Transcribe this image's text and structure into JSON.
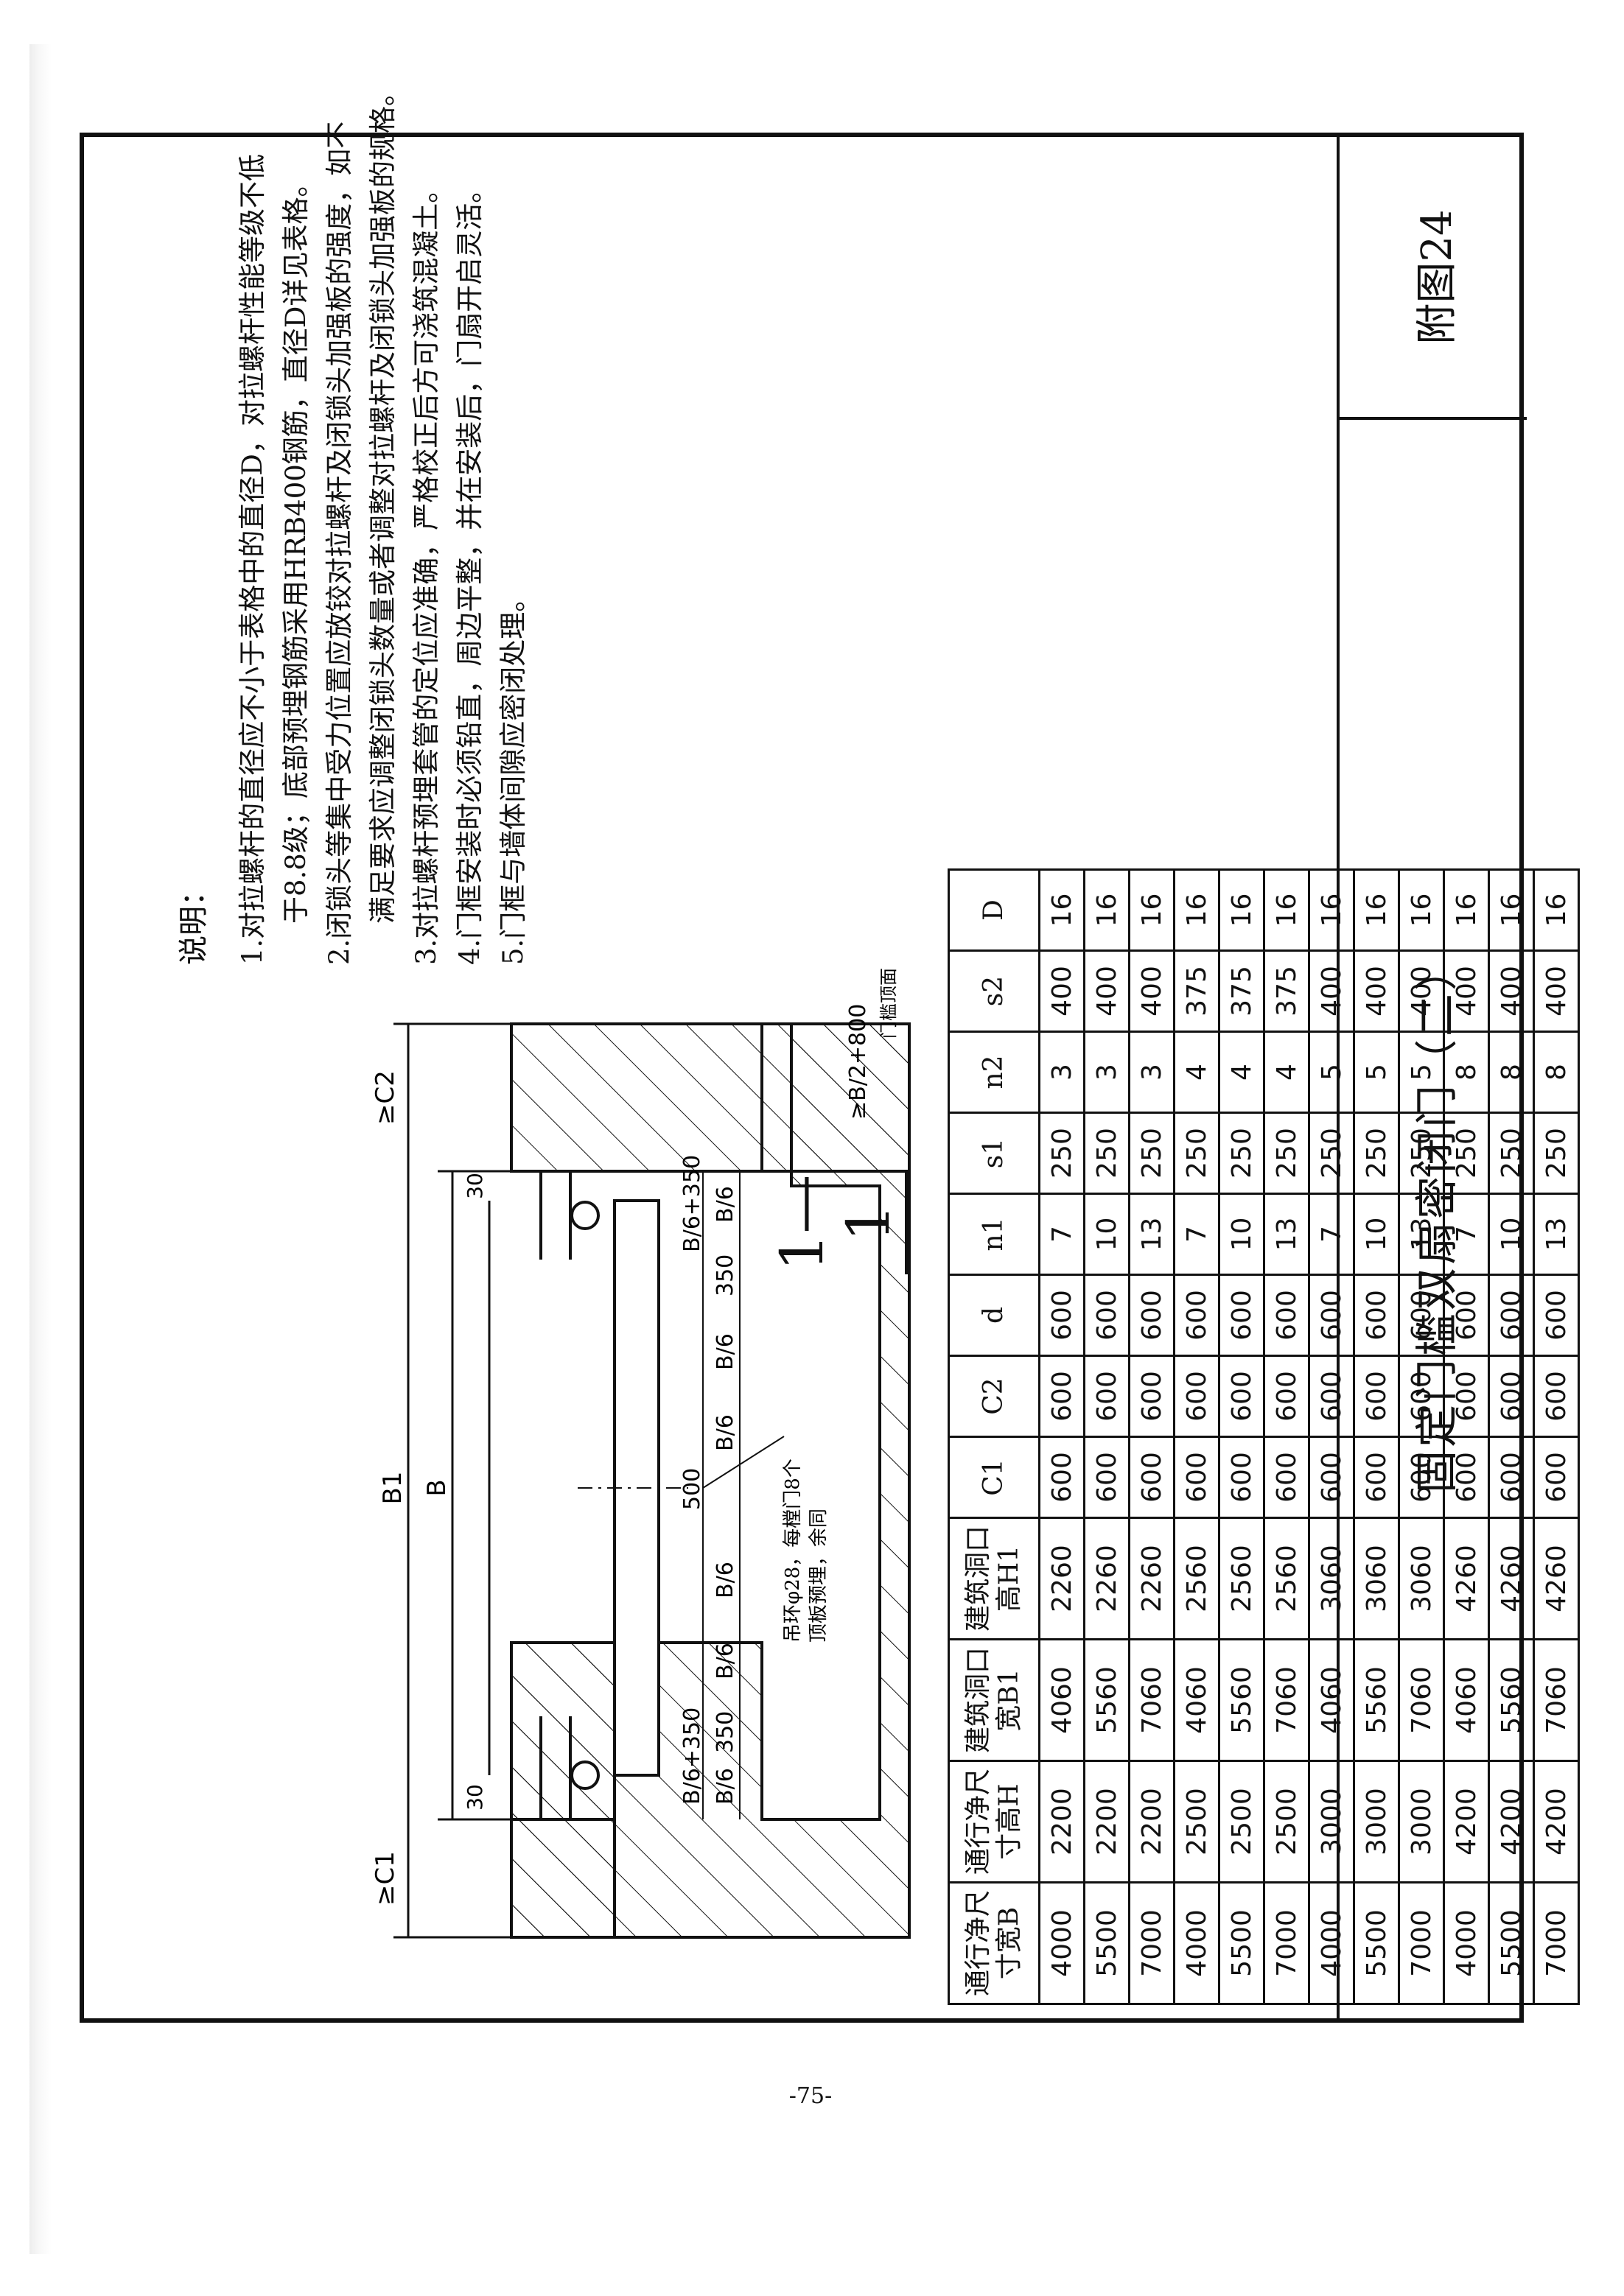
{
  "title": "固定门槛双扇密闭门（二）",
  "figure_no": "附图24",
  "page_number": "-75-",
  "section_label": "1—1",
  "notes": {
    "heading": "说明：",
    "lines": [
      "1.对拉螺杆的直径应不小于表格中的直径D，对拉螺杆性能等级不低",
      "于8.8级；底部预埋钢筋采用HRB400钢筋，直径D详见表格。",
      "2.闭锁头等集中受力位置应放铰对拉螺杆及闭锁头加强板的强度，如不",
      "满足要求应调整闭锁头数量或者调整对拉螺杆及闭锁头加强板的规格。",
      "3.对拉螺杆预埋套管的定位应准确，严格校正后方可浇筑混凝土。",
      "4.门框安装时必须铅直，周边平整，并在安装后，门扇开启灵活。",
      "5.门框与墙体间隙应密闭处理。"
    ]
  },
  "dims": {
    "c1": "≥C1",
    "c2": "≥C2",
    "b1": "B1",
    "b": "B",
    "d30a": "30",
    "d30b": "30",
    "b6p350a": "B/6+350",
    "b6a": "B/6",
    "b6p350b": "B/6+350",
    "b6b": "B/6",
    "d350a": "350",
    "d350b": "350",
    "b6c": "B/6",
    "b6d": "B/6",
    "b6e": "B/6",
    "b6f": "B/6",
    "d500": "500",
    "b2p800": "≥B/2+800",
    "threshold": "门槛顶面",
    "anchor1": "吊环φ28，每樘门8个",
    "anchor2": "顶板预埋，余同"
  },
  "table": {
    "headers": [
      "通行净尺寸宽B",
      "通行净尺寸高H",
      "建筑洞口宽B1",
      "建筑洞口高H1",
      "C1",
      "C2",
      "d",
      "n1",
      "s1",
      "n2",
      "s2",
      "D"
    ],
    "rows": [
      [
        "4000",
        "2200",
        "4060",
        "2260",
        "600",
        "600",
        "600",
        "7",
        "250",
        "3",
        "400",
        "16"
      ],
      [
        "5500",
        "2200",
        "5560",
        "2260",
        "600",
        "600",
        "600",
        "10",
        "250",
        "3",
        "400",
        "16"
      ],
      [
        "7000",
        "2200",
        "7060",
        "2260",
        "600",
        "600",
        "600",
        "13",
        "250",
        "3",
        "400",
        "16"
      ],
      [
        "4000",
        "2500",
        "4060",
        "2560",
        "600",
        "600",
        "600",
        "7",
        "250",
        "4",
        "375",
        "16"
      ],
      [
        "5500",
        "2500",
        "5560",
        "2560",
        "600",
        "600",
        "600",
        "10",
        "250",
        "4",
        "375",
        "16"
      ],
      [
        "7000",
        "2500",
        "7060",
        "2560",
        "600",
        "600",
        "600",
        "13",
        "250",
        "4",
        "375",
        "16"
      ],
      [
        "4000",
        "3000",
        "4060",
        "3060",
        "600",
        "600",
        "600",
        "7",
        "250",
        "5",
        "400",
        "16"
      ],
      [
        "5500",
        "3000",
        "5560",
        "3060",
        "600",
        "600",
        "600",
        "10",
        "250",
        "5",
        "400",
        "16"
      ],
      [
        "7000",
        "3000",
        "7060",
        "3060",
        "600",
        "600",
        "600",
        "13",
        "250",
        "5",
        "400",
        "16"
      ],
      [
        "4000",
        "4200",
        "4060",
        "4260",
        "600",
        "600",
        "600",
        "7",
        "250",
        "8",
        "400",
        "16"
      ],
      [
        "5500",
        "4200",
        "5560",
        "4260",
        "600",
        "600",
        "600",
        "10",
        "250",
        "8",
        "400",
        "16"
      ],
      [
        "7000",
        "4200",
        "7060",
        "4260",
        "600",
        "600",
        "600",
        "13",
        "250",
        "8",
        "400",
        "16"
      ]
    ]
  }
}
